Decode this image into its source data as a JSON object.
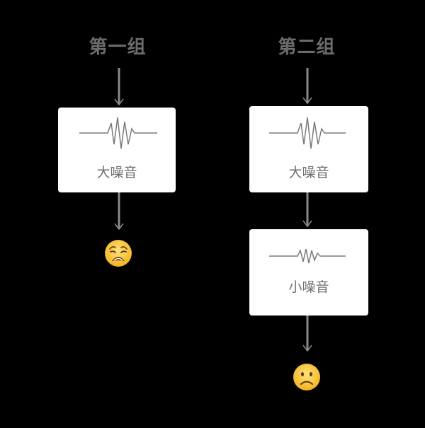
{
  "diagram": {
    "groups": [
      {
        "title": "第一组",
        "noise_cards": [
          {
            "label": "大噪音",
            "wave": "large-noise-wave-icon"
          }
        ],
        "outcome": "weary-face-emoji"
      },
      {
        "title": "第二组",
        "noise_cards": [
          {
            "label": "大噪音",
            "wave": "large-noise-wave-icon"
          },
          {
            "label": "小噪音",
            "wave": "small-noise-wave-icon"
          }
        ],
        "outcome": "slightly-frowning-face-emoji"
      }
    ],
    "colors": {
      "background": "#000000",
      "card": "#ffffff",
      "title": "#6b6b6b",
      "line": "#8a8a8a",
      "wave": "#7a7a7a",
      "label": "#6f6f6f",
      "emoji_face": "#f7c530"
    }
  }
}
